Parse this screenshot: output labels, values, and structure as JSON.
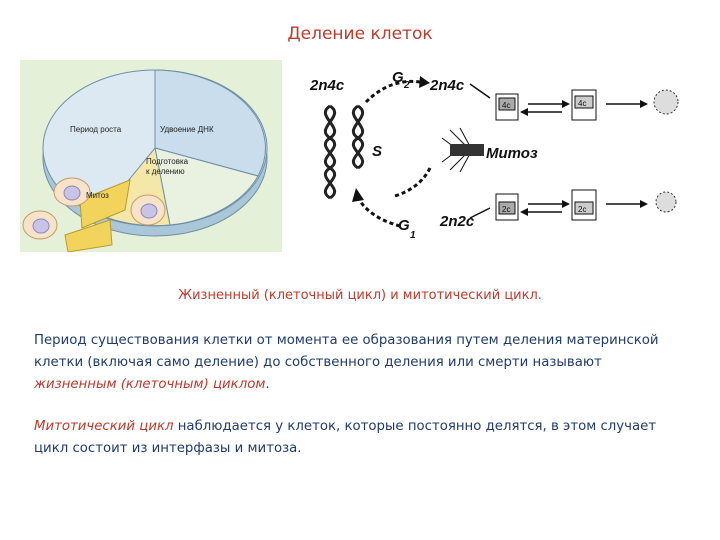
{
  "title": "Деление клеток",
  "cycle_figure": {
    "label_growth": "Период роста",
    "label_dna": "Удвоение ДНК",
    "label_prep_1": "Подготовка",
    "label_prep_2": "к делению",
    "label_mitosis": "Митоз"
  },
  "mitosis_figure": {
    "label_2n4c_top": "2n4c",
    "label_g2": "G",
    "label_g2_sub": "2",
    "label_2n4c_right": "2n4c",
    "label_s": "S",
    "label_mitosis": "Митоз",
    "label_g1": "G",
    "label_g1_sub": "1",
    "label_2n2c": "2n2c",
    "box_4c": "4c",
    "box_2c": "2c"
  },
  "caption": "Жизненный (клеточный цикл) и митотический цикл.",
  "paragraph1": {
    "text_a": "Период существования клетки от момента ее образования путем деления материнской клетки (включая само деление) до собственного деления или смерти называют ",
    "emphasis": "жизненным (клеточным) циклом",
    "text_b": "."
  },
  "paragraph2": {
    "emphasis": "Митотический цикл",
    "text": " наблюдается у клеток, которые постоянно делятся, в этом случает цикл состоит из интерфазы и митоза."
  },
  "colors": {
    "title": "#c0392b",
    "body_text": "#1f3b6e",
    "cycle_bg": "#e4f0d8"
  }
}
